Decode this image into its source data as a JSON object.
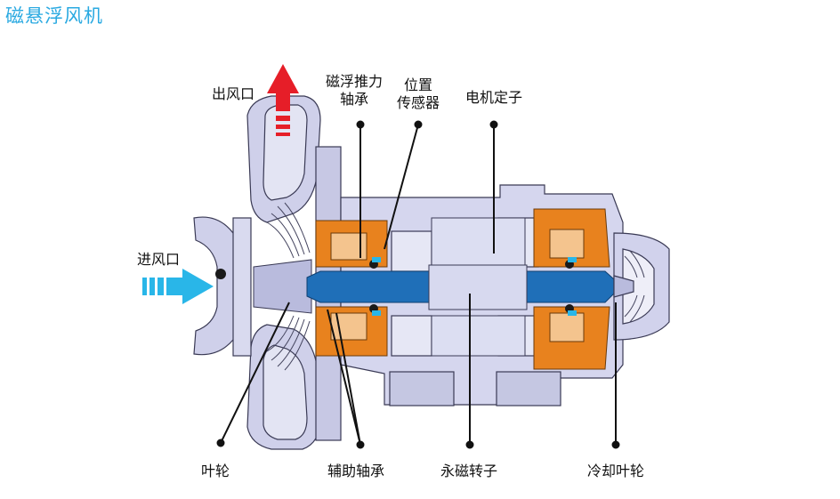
{
  "title": "磁悬浮风机",
  "labels": {
    "outlet": "出风口",
    "inlet": "进风口",
    "thrust_bearing_l1": "磁浮推力",
    "thrust_bearing_l2": "轴承",
    "position_sensor_l1": "位置",
    "position_sensor_l2": "传感器",
    "motor_stator": "电机定子",
    "impeller": "叶轮",
    "aux_bearing": "辅助轴承",
    "pm_rotor": "永磁转子",
    "cooling_impeller": "冷却叶轮"
  },
  "colors": {
    "title": "#29a9e1",
    "housing": "#cfd0ea",
    "housing_dark": "#9a9cc4",
    "shaft": "#1f6fb8",
    "rotor_core": "#d7d9ef",
    "bearing": "#e8821e",
    "arrow_out": "#e61e28",
    "arrow_in": "#29b6e8"
  }
}
